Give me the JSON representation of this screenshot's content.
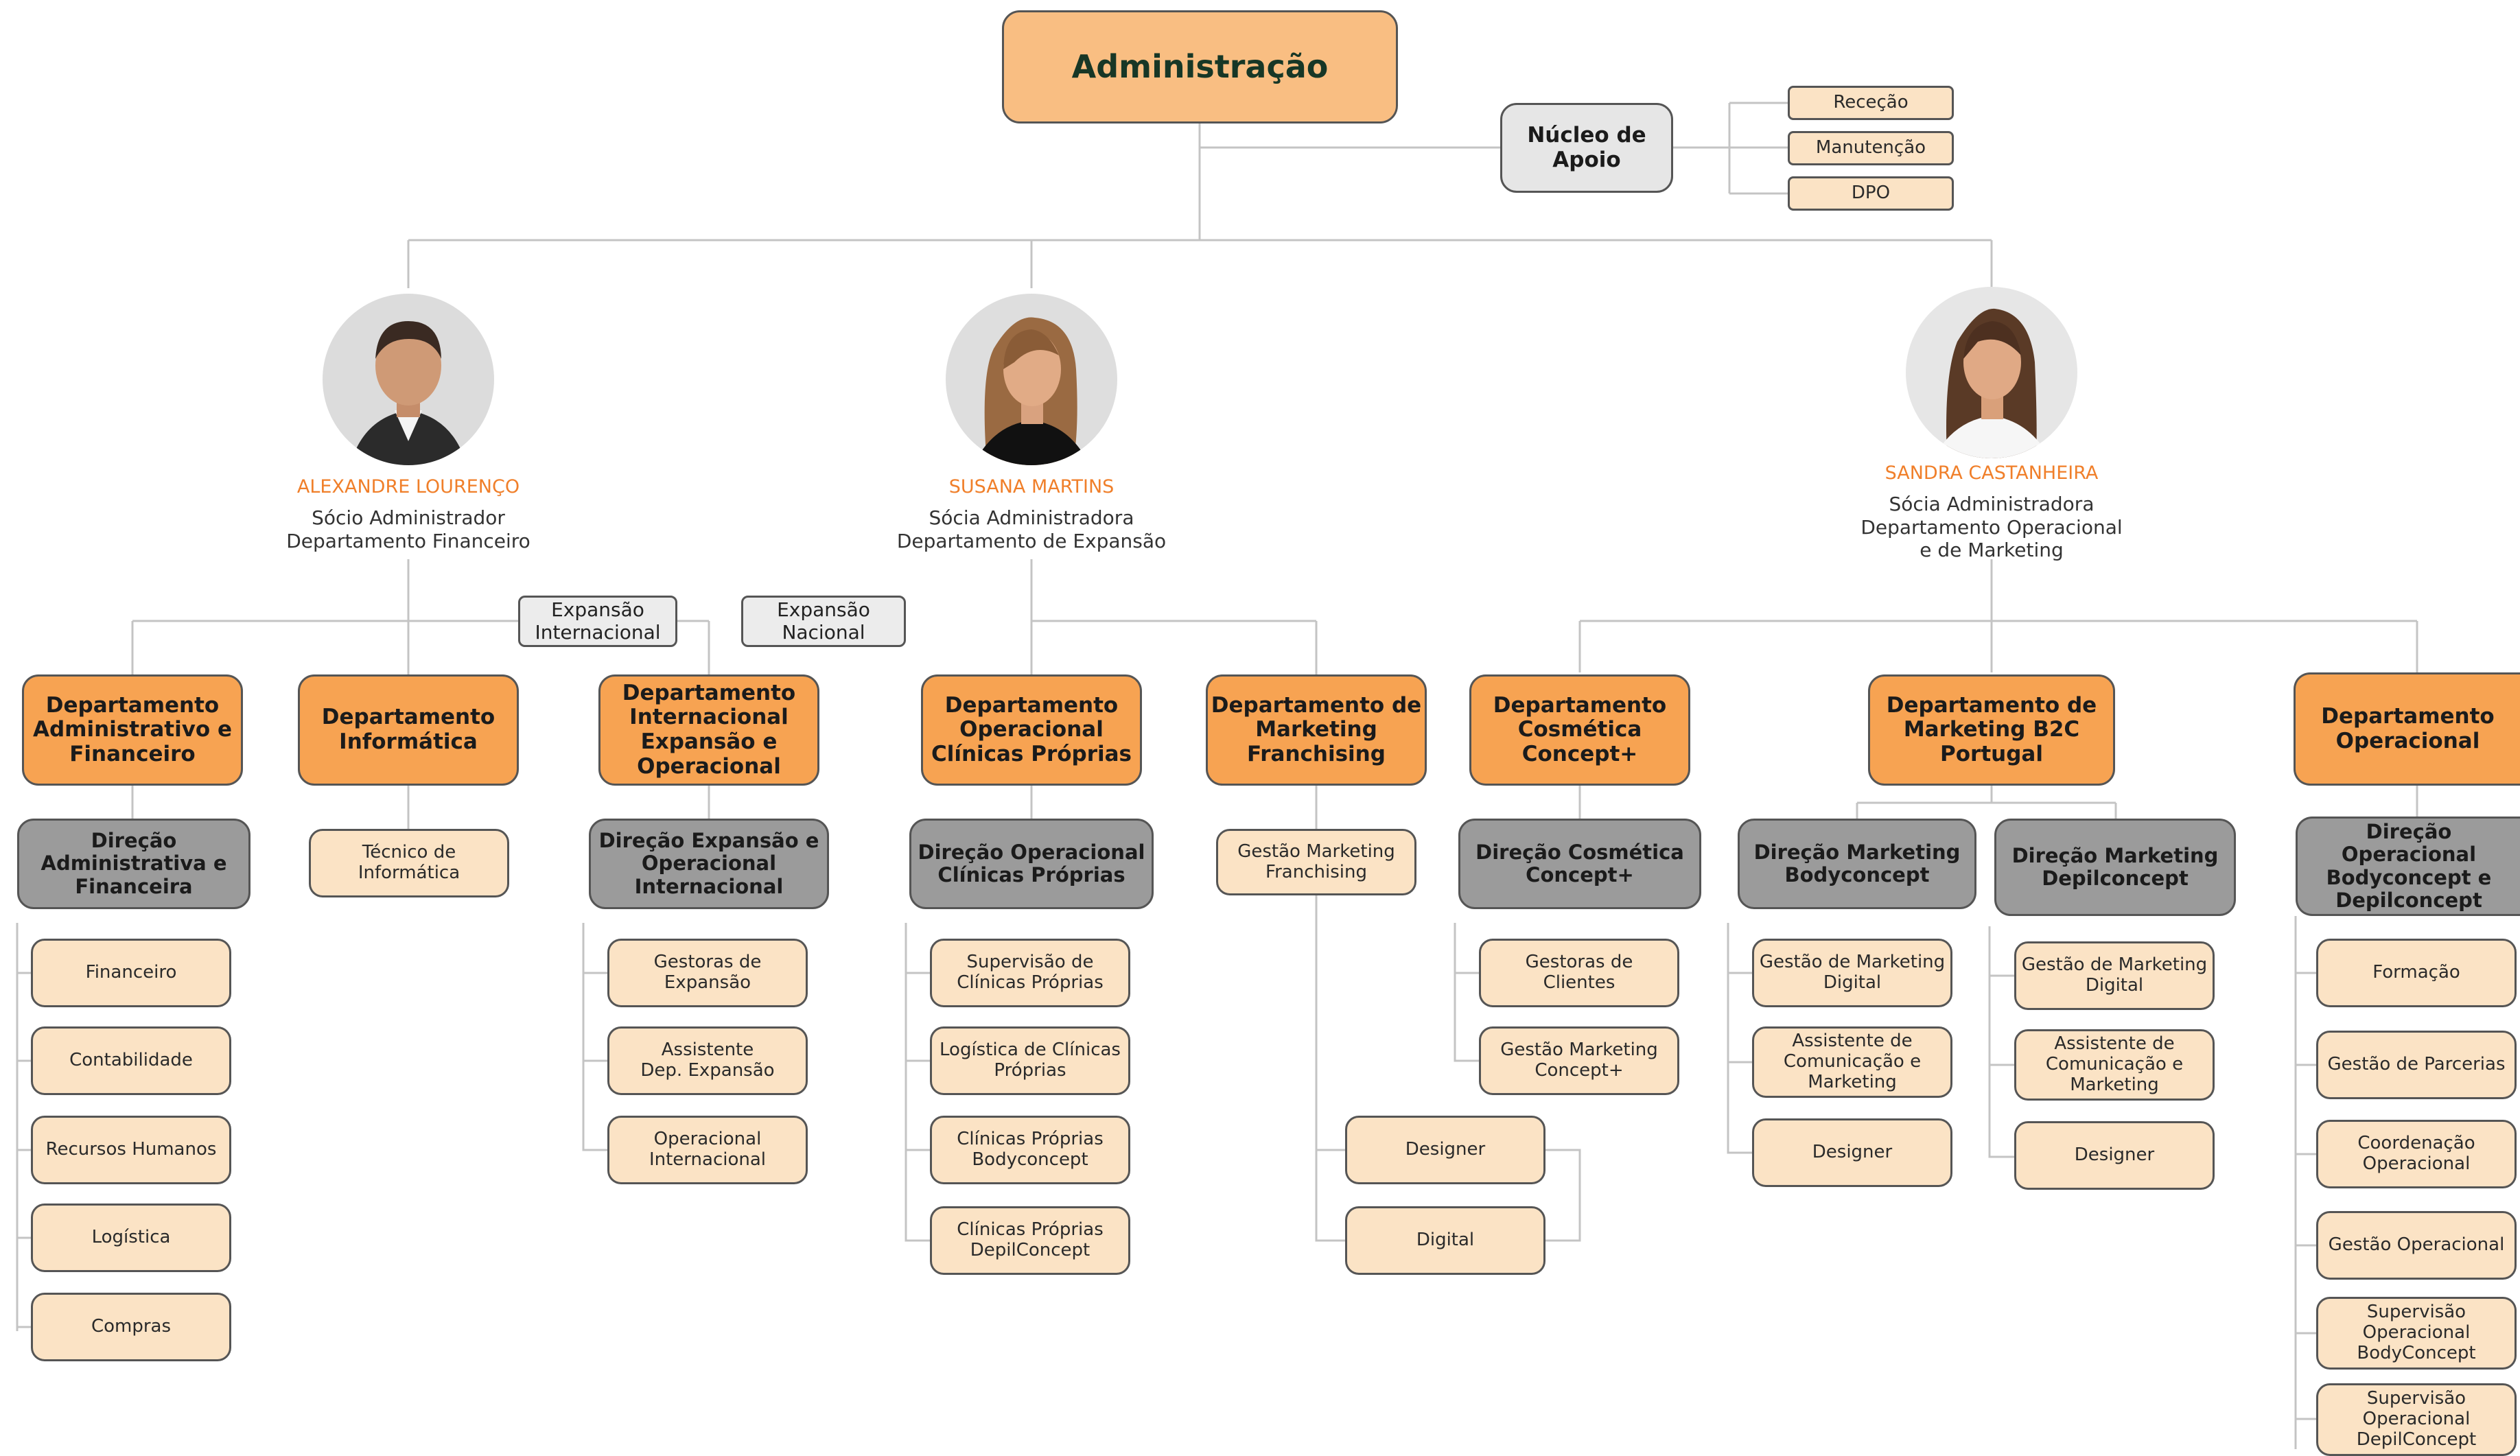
{
  "admin": "Administração",
  "nucleo": {
    "label": "Núcleo de\nApoio",
    "items": [
      "Receção",
      "Manutenção",
      "DPO"
    ]
  },
  "people": [
    {
      "name": "ALEXANDRE LOURENÇO",
      "role": "Sócio Administrador\nDepartamento Financeiro"
    },
    {
      "name": "SUSANA MARTINS",
      "role": "Sócia Administradora\nDepartamento de Expansão"
    },
    {
      "name": "SANDRA CASTANHEIRA",
      "role": "Sócia Administradora\nDepartamento Operacional\ne de Marketing"
    }
  ],
  "tags": {
    "expansao_internacional": "Expansão\nInternacional",
    "expansao_nacional": "Expansão\nNacional"
  },
  "departments": {
    "adm_fin": {
      "label": "Departamento\nAdministrativo e\nFinanceiro",
      "direction": "Direção\nAdministrativa e\nFinanceira",
      "items": [
        "Financeiro",
        "Contabilidade",
        "Recursos Humanos",
        "Logística",
        "Compras"
      ]
    },
    "informatica": {
      "label": "Departamento\nInformática",
      "items": [
        "Técnico de\nInformática"
      ]
    },
    "internacional": {
      "label": "Departamento\nInternacional\nExpansão e\nOperacional",
      "direction": "Direção Expansão e\nOperacional\nInternacional",
      "items": [
        "Gestoras de\nExpansão",
        "Assistente\nDep. Expansão",
        "Operacional\nInternacional"
      ]
    },
    "clinicas": {
      "label": "Departamento\nOperacional\nClínicas Próprias",
      "direction": "Direção Operacional\nClínicas Próprias",
      "items": [
        "Supervisão de\nClínicas Próprias",
        "Logística de Clínicas\nPróprias",
        "Clínicas Próprias\nBodyconcept",
        "Clínicas Próprias\nDepilConcept"
      ]
    },
    "franchising": {
      "label": "Departamento de\nMarketing\nFranchising",
      "items": [
        "Gestão Marketing\nFranchising"
      ],
      "shared": [
        "Designer",
        "Digital"
      ]
    },
    "cosmetica": {
      "label": "Departamento\nCosmética\nConcept+",
      "direction": "Direção Cosmética\nConcept+",
      "items": [
        "Gestoras de\nClientes",
        "Gestão Marketing\nConcept+"
      ]
    },
    "b2c": {
      "label": "Departamento de\nMarketing B2C\nPortugal",
      "directions": [
        {
          "label": "Direção Marketing\nBodyconcept",
          "items": [
            "Gestão de Marketing\nDigital",
            "Assistente de\nComunicação e\nMarketing",
            "Designer"
          ]
        },
        {
          "label": "Direção Marketing\nDepilconcept",
          "items": [
            "Gestão de Marketing\nDigital",
            "Assistente de\nComunicação e\nMarketing",
            "Designer"
          ]
        }
      ]
    },
    "operacional": {
      "label": "Departamento\nOperacional",
      "direction": "Direção Operacional\nBodyconcept e\nDepilconcept",
      "items": [
        "Formação",
        "Gestão de Parcerias",
        "Coordenação\nOperacional",
        "Gestão Operacional",
        "Supervisão\nOperacional\nBodyConcept",
        "Supervisão\nOperacional\nDepilConcept"
      ]
    }
  },
  "colors": {
    "admin": "#f9be82",
    "department": "#f7a352",
    "direction": "#9b9b9b",
    "sub": "#fbe3c5",
    "connector": "#c4c4c4",
    "person_name": "#f07f2a"
  }
}
